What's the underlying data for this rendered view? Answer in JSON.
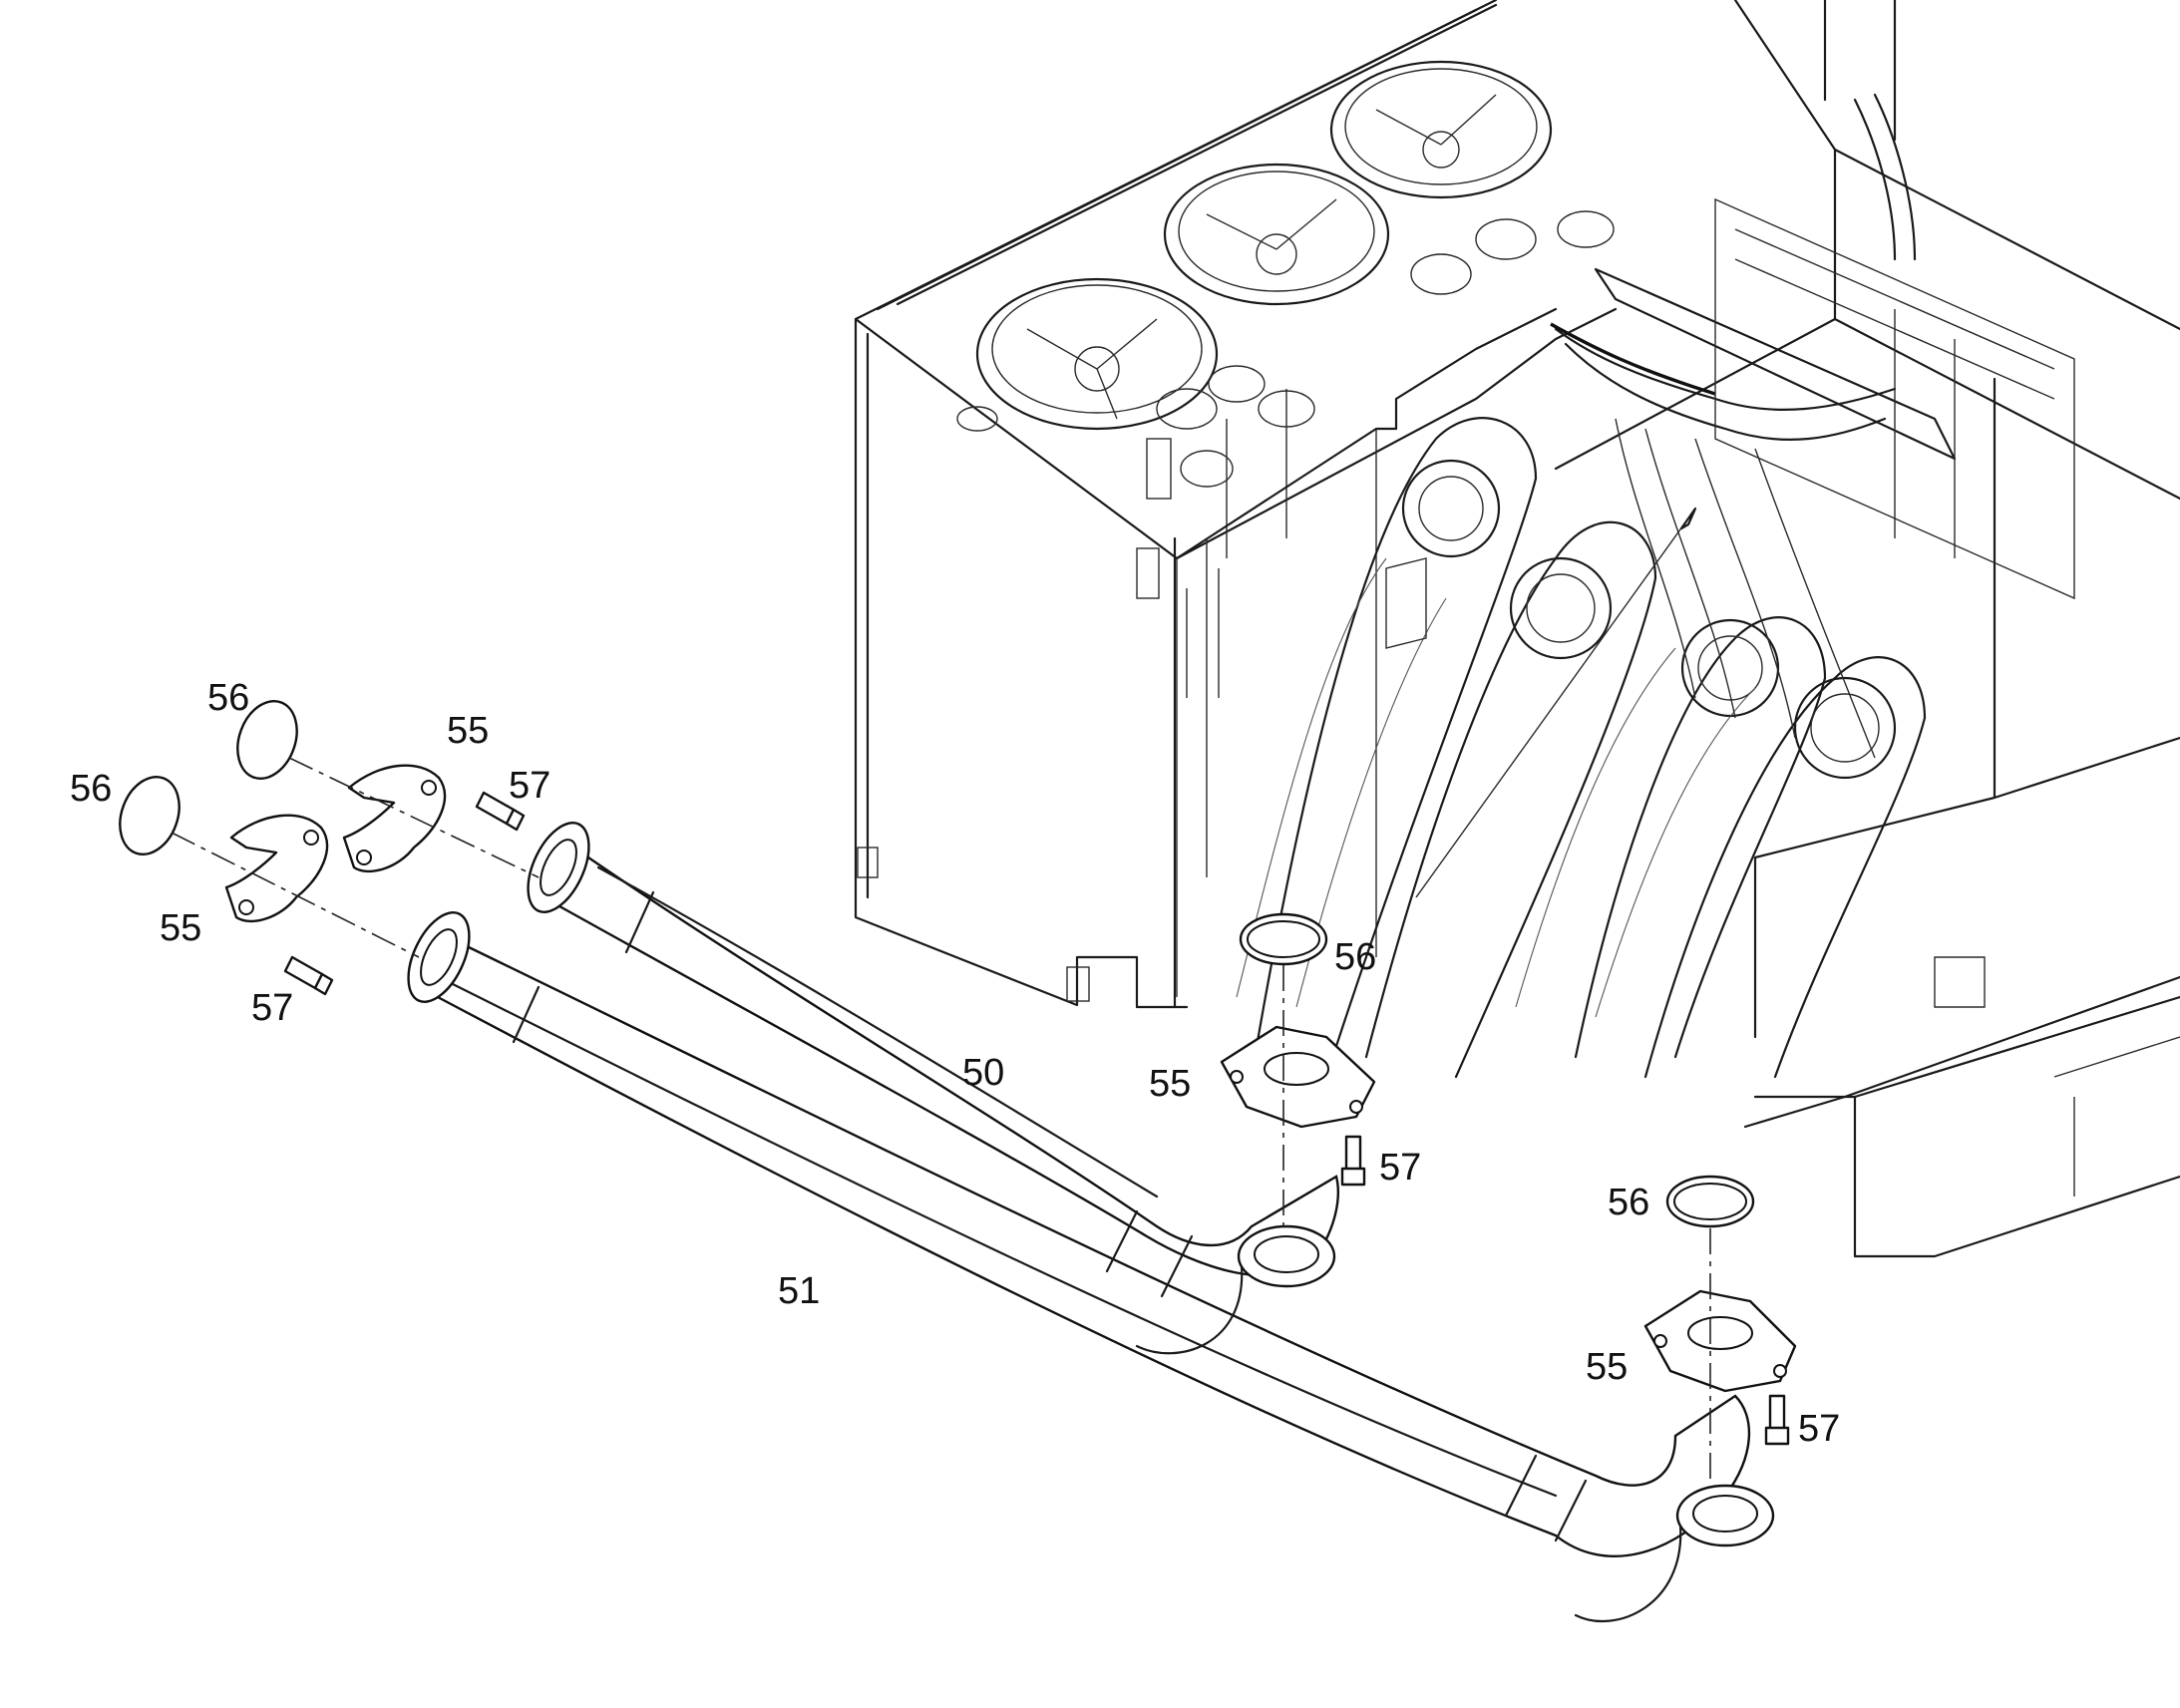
{
  "callouts": {
    "hose_50": "50",
    "hose_51": "51",
    "clamp_55": "55",
    "oring_56": "56",
    "screw_57": "57"
  },
  "colors": {
    "line": "#111111",
    "background": "#ffffff"
  }
}
